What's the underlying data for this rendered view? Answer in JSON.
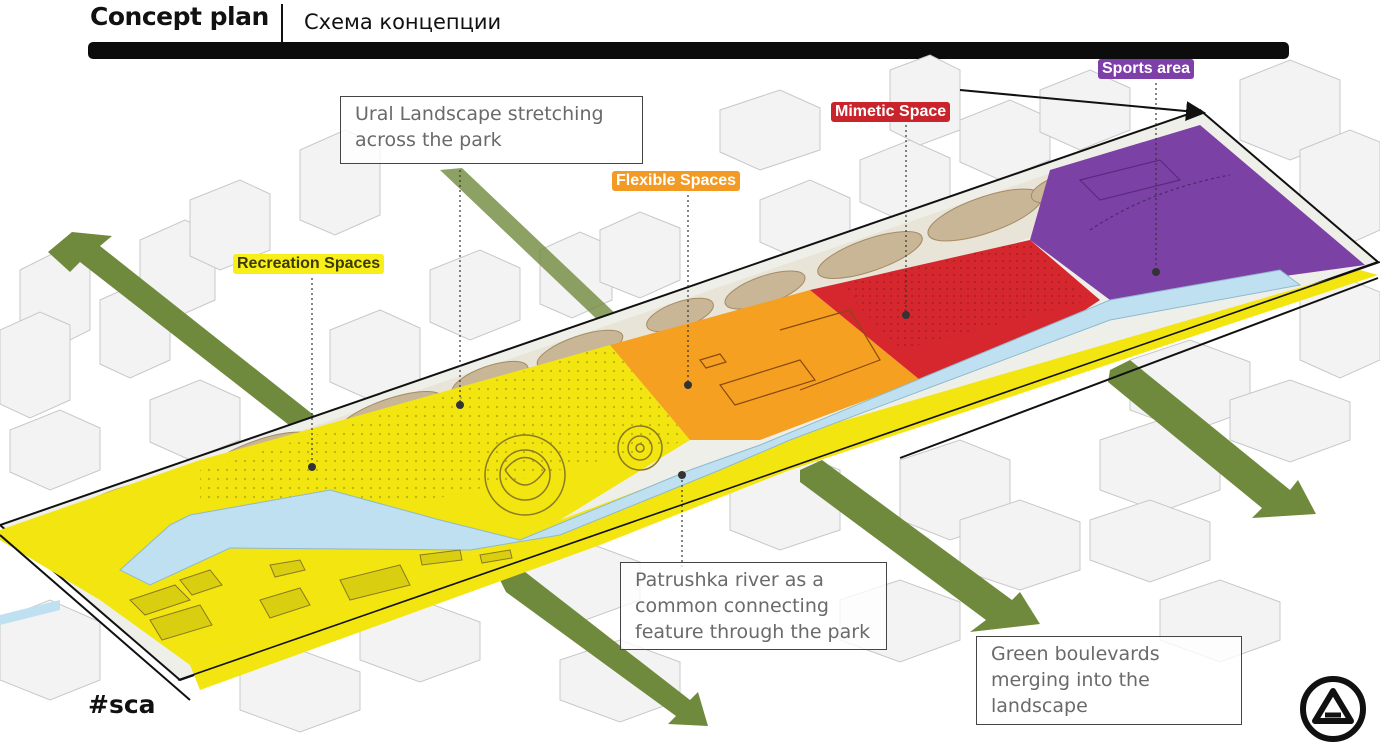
{
  "header": {
    "title": "Concept plan",
    "subtitle": "Схема концепции"
  },
  "zones": {
    "recreation": {
      "label": "Recreation Spaces",
      "bg": "#f7ee1a",
      "fg": "#3b3b00",
      "fill": "#f2e510"
    },
    "flexible": {
      "label": "Flexible Spaces",
      "bg": "#f39a25",
      "fg": "#ffffff",
      "fill": "#f6a022"
    },
    "mimetic": {
      "label": "Mimetic Space",
      "bg": "#c9232c",
      "fg": "#ffffff",
      "fill": "#d6262e"
    },
    "sports": {
      "label": "Sports area",
      "bg": "#7d3fa8",
      "fg": "#ffffff",
      "fill": "#7c41a4"
    }
  },
  "callouts": {
    "ural": "Ural Landscape stretching across the park",
    "river": "Patrushka river as a common connecting feature through the park",
    "boulevards": "Green boulevards merging into the landscape"
  },
  "colors": {
    "river": "#bfe0f0",
    "boulevard": "#6f8a3c",
    "landscape": "#c9b696"
  },
  "footer": {
    "hashtag": "#sca"
  }
}
